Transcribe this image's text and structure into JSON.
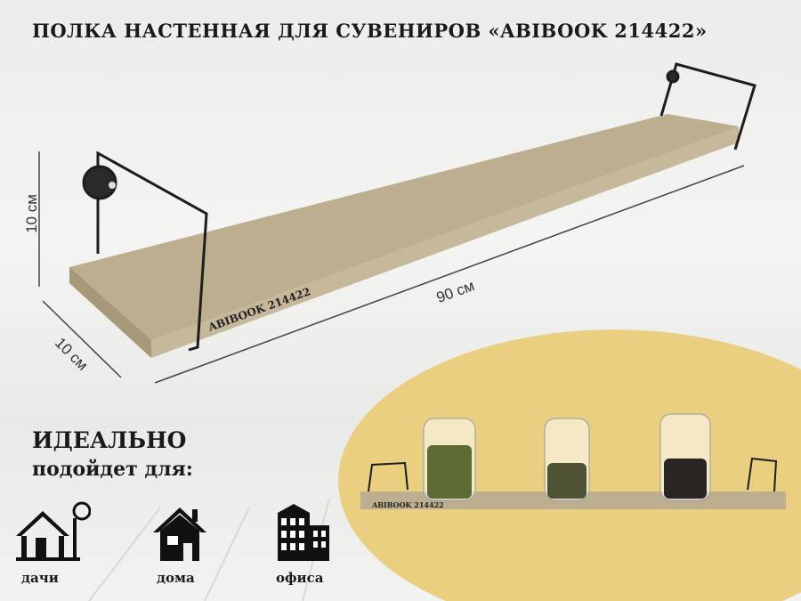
{
  "title": "ПОЛКА НАСТЕННАЯ ДЛЯ СУВЕНИРОВ «ABIBOOK 214422»",
  "shelf_label": "ABIBOOK 214422",
  "inset_shelf_label": "ABIBOOK 214422",
  "dimensions": {
    "height": "10 см",
    "depth": "10 см",
    "length": "90 см"
  },
  "suitable": {
    "heading": "ИДЕАЛЬНО",
    "subheading": "подойдет для:",
    "items": [
      {
        "label": "дачи",
        "icon": "cottage-icon"
      },
      {
        "label": "дома",
        "icon": "house-icon"
      },
      {
        "label": "офиса",
        "icon": "office-building-icon"
      }
    ]
  },
  "colors": {
    "wood": "#b8a98a",
    "inset_bg": "#e9cf7f",
    "bracket": "#1d1d1f"
  }
}
